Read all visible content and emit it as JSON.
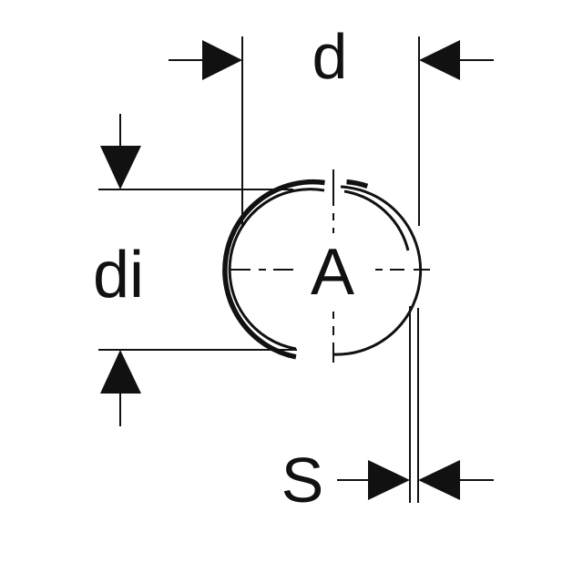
{
  "diagram": {
    "labels": {
      "outer_diameter": "d",
      "inner_diameter": "di",
      "cross_section": "A",
      "wall_thickness": "S"
    },
    "colors": {
      "ink": "#111111",
      "background": "#ffffff"
    }
  }
}
